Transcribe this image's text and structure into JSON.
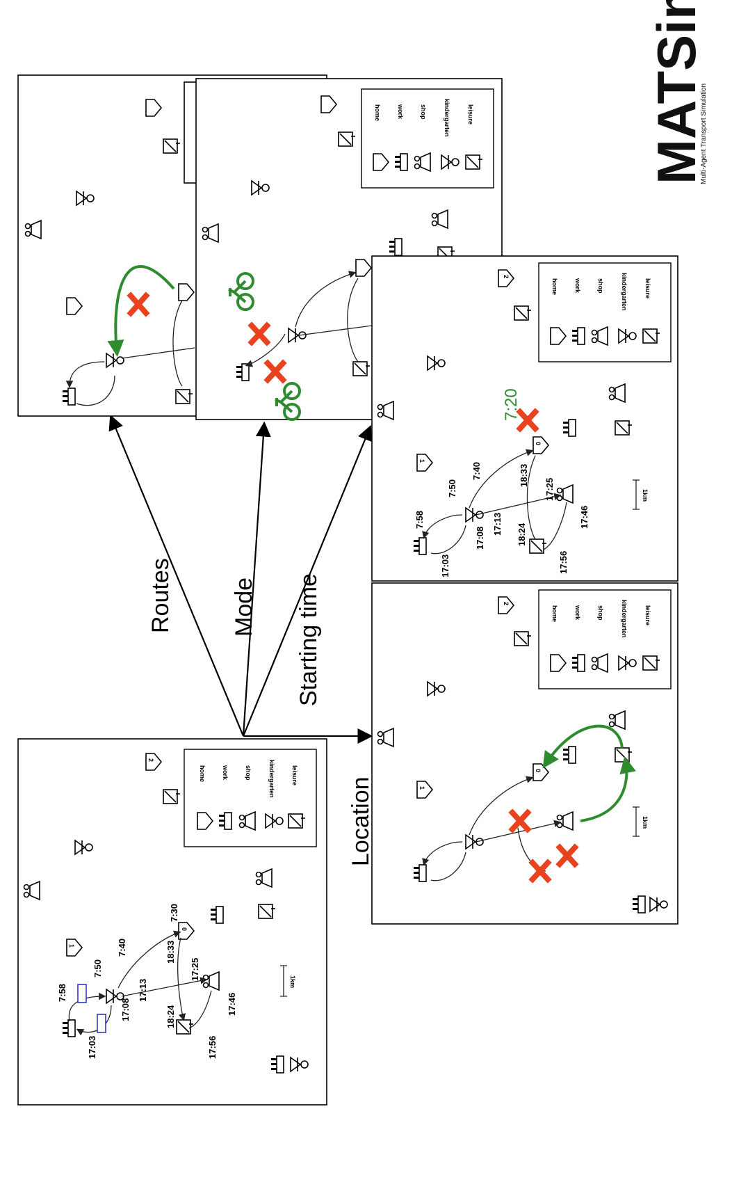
{
  "brand": {
    "logo": "MATSim",
    "tagline": "Multi-Agent Transport Simulation"
  },
  "arrows": {
    "routes": "Routes",
    "mode": "Mode",
    "starting_time": "Starting time",
    "location": "Location"
  },
  "legend": {
    "home": "home",
    "work": "work",
    "shop": "shop",
    "kindergarten": "kindergarten",
    "leisure": "leisure"
  },
  "node_labels": [
    "0",
    "1",
    "2"
  ],
  "times": {
    "t0758": "7:58",
    "t0750": "7:50",
    "t0740": "7:40",
    "t0730": "7:30",
    "t0720": "7:20",
    "t1703": "17:03",
    "t1708": "17:08",
    "t1713": "17:13",
    "t1724": "18:24",
    "t1833": "18:33",
    "t1725": "17:25",
    "t1746": "17:46",
    "t1756": "17:56"
  },
  "scale_label": "1km",
  "colors": {
    "cross": "#e8421e",
    "green": "#2e8b2e",
    "blue_route": "#3333cc"
  }
}
